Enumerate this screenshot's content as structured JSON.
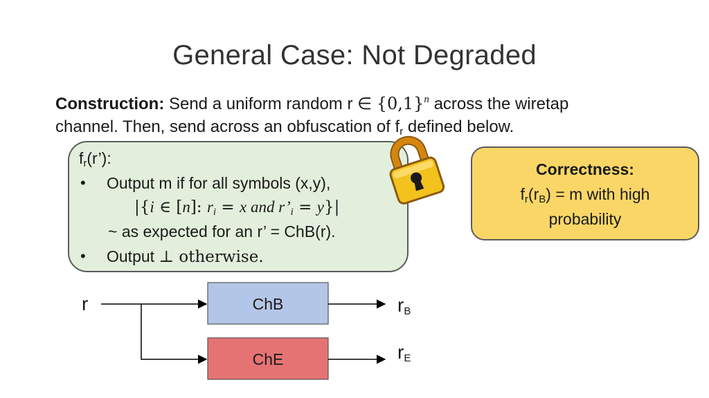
{
  "title": "General Case: Not Degraded",
  "intro": {
    "bold": "Construction:",
    "part1": " Send a uniform random r ∈ ",
    "set": "{0,1}",
    "set_exp": "n",
    "part2": " across the wiretap",
    "line2a": "channel. Then, send across an obfuscation of f",
    "line2_sub": "r",
    "line2b": " defined below."
  },
  "fbox": {
    "header_f": "f",
    "header_sub": "r",
    "header_rest": "(r’):",
    "bullet_glyph": "•",
    "bullet1": "Output m if for all symbols (x,y),",
    "math": "|{i ∈ [n]: r_i = x and r’_i = y}|",
    "math_parts": {
      "a": "|{",
      "i": "i",
      "in": " ∈ [",
      "n": "n",
      "c": "]: ",
      "r": "r",
      "rsub": "i",
      "eq1": " = ",
      "x": "x",
      "and": " and ",
      "rp": "r’",
      "rpsub": "i",
      "eq2": " = ",
      "y": "y",
      "end": "}|"
    },
    "note": "~ as expected for an r’ = ChB(r).",
    "bullet2a": "Output ",
    "bullet2b": "⊥ otherwise."
  },
  "correctness": {
    "title": "Correctness:",
    "line1_f": "f",
    "line1_sub_r": "r",
    "line1_open": "(r",
    "line1_sub_B": "B",
    "line1_rest": ") = m with high",
    "line2": "probability"
  },
  "diagram": {
    "input": "r",
    "chB": "ChB",
    "chE": "ChE",
    "outB": "r",
    "outB_sub": "B",
    "outE": "r",
    "outE_sub": "E",
    "chB_color": "#b4c6e7",
    "chE_color": "#e57373"
  },
  "colors": {
    "fbox_bg": "#e2efdc",
    "correct_bg": "#fad667",
    "lock_body": "#f3c21c",
    "lock_shackle": "#d4860f"
  }
}
